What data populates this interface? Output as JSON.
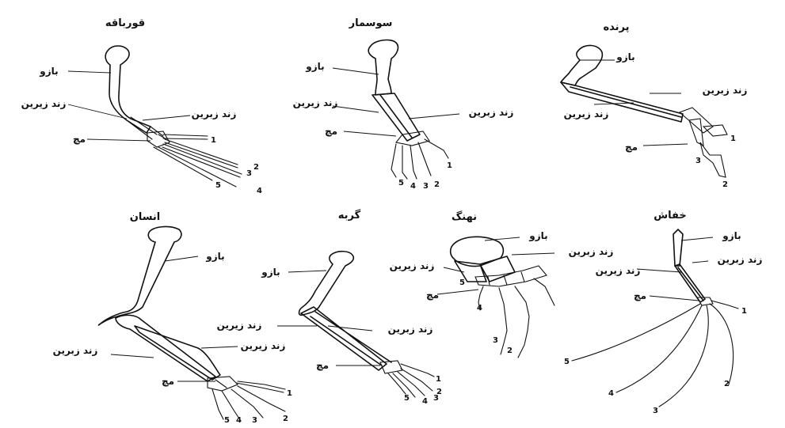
{
  "panels": [
    {
      "id": "frog",
      "title": "قورباقه",
      "humerus": "بازو",
      "radius": "زند زبرین",
      "ulna": "زند زیرین",
      "wrist": "مچ",
      "digits": [
        "1",
        "2",
        "3",
        "4",
        "5"
      ]
    },
    {
      "id": "lizard",
      "title": "سوسمار",
      "humerus": "بازو",
      "radius": "زند زبرین",
      "ulna": "زند زیرین",
      "wrist": "مچ",
      "digits": [
        "1",
        "2",
        "3",
        "4",
        "5"
      ]
    },
    {
      "id": "bird",
      "title": "پرنده",
      "humerus": "بازو",
      "radius": "زند زبرین",
      "ulna": "زند زیرین",
      "wrist": "مچ",
      "digits": [
        "1",
        "2",
        "3"
      ]
    },
    {
      "id": "human",
      "title": "انسان",
      "humerus": "بازو",
      "radius": "زند زبرین",
      "ulna": "زند زیرین",
      "wrist": "مچ",
      "digits": [
        "1",
        "2",
        "3",
        "4",
        "5"
      ]
    },
    {
      "id": "cat",
      "title": "گربه",
      "humerus": "بازو",
      "radius": "زند زبرین",
      "ulna": "زند زیرین",
      "wrist": "مچ",
      "digits": [
        "1",
        "2",
        "3",
        "4",
        "5"
      ]
    },
    {
      "id": "whale",
      "title": "نهنگ",
      "humerus": "بازو",
      "radius": "زند زبرین",
      "ulna": "زند زیرین",
      "wrist": "مچ",
      "digits": [
        "2",
        "3",
        "4",
        "5"
      ]
    },
    {
      "id": "bat",
      "title": "خفاش",
      "humerus": "بازو",
      "radius": "زند زبرین",
      "ulna": "زند زیرین",
      "wrist": "مچ",
      "digits": [
        "1",
        "2",
        "3",
        "4",
        "5"
      ]
    }
  ]
}
